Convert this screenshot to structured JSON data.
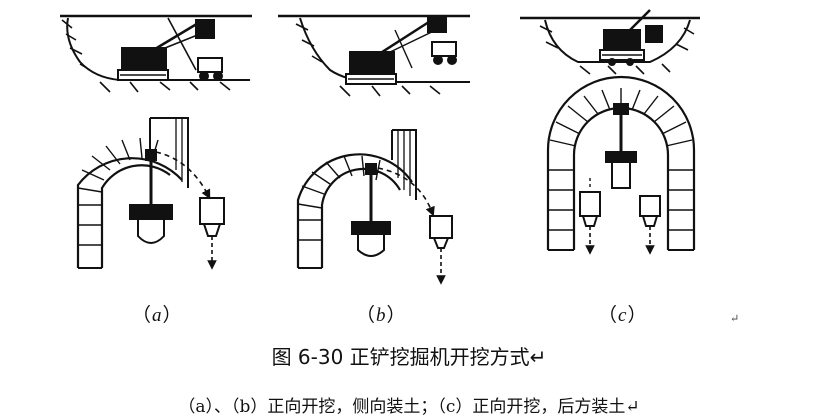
{
  "panels": [
    {
      "id": "a",
      "open": "（",
      "letter": "a",
      "close": "）"
    },
    {
      "id": "b",
      "open": "（",
      "letter": "b",
      "close": "）"
    },
    {
      "id": "c",
      "open": "（",
      "letter": "c",
      "close": "）"
    }
  ],
  "return_mark": "↵",
  "caption": "图 6-30  正铲挖掘机开挖方式↵",
  "subcaption": "（a）、（b）正向开挖，侧向装土；（c）正向开挖，后方装土↵",
  "colors": {
    "ink": "#111111",
    "background": "#ffffff"
  }
}
